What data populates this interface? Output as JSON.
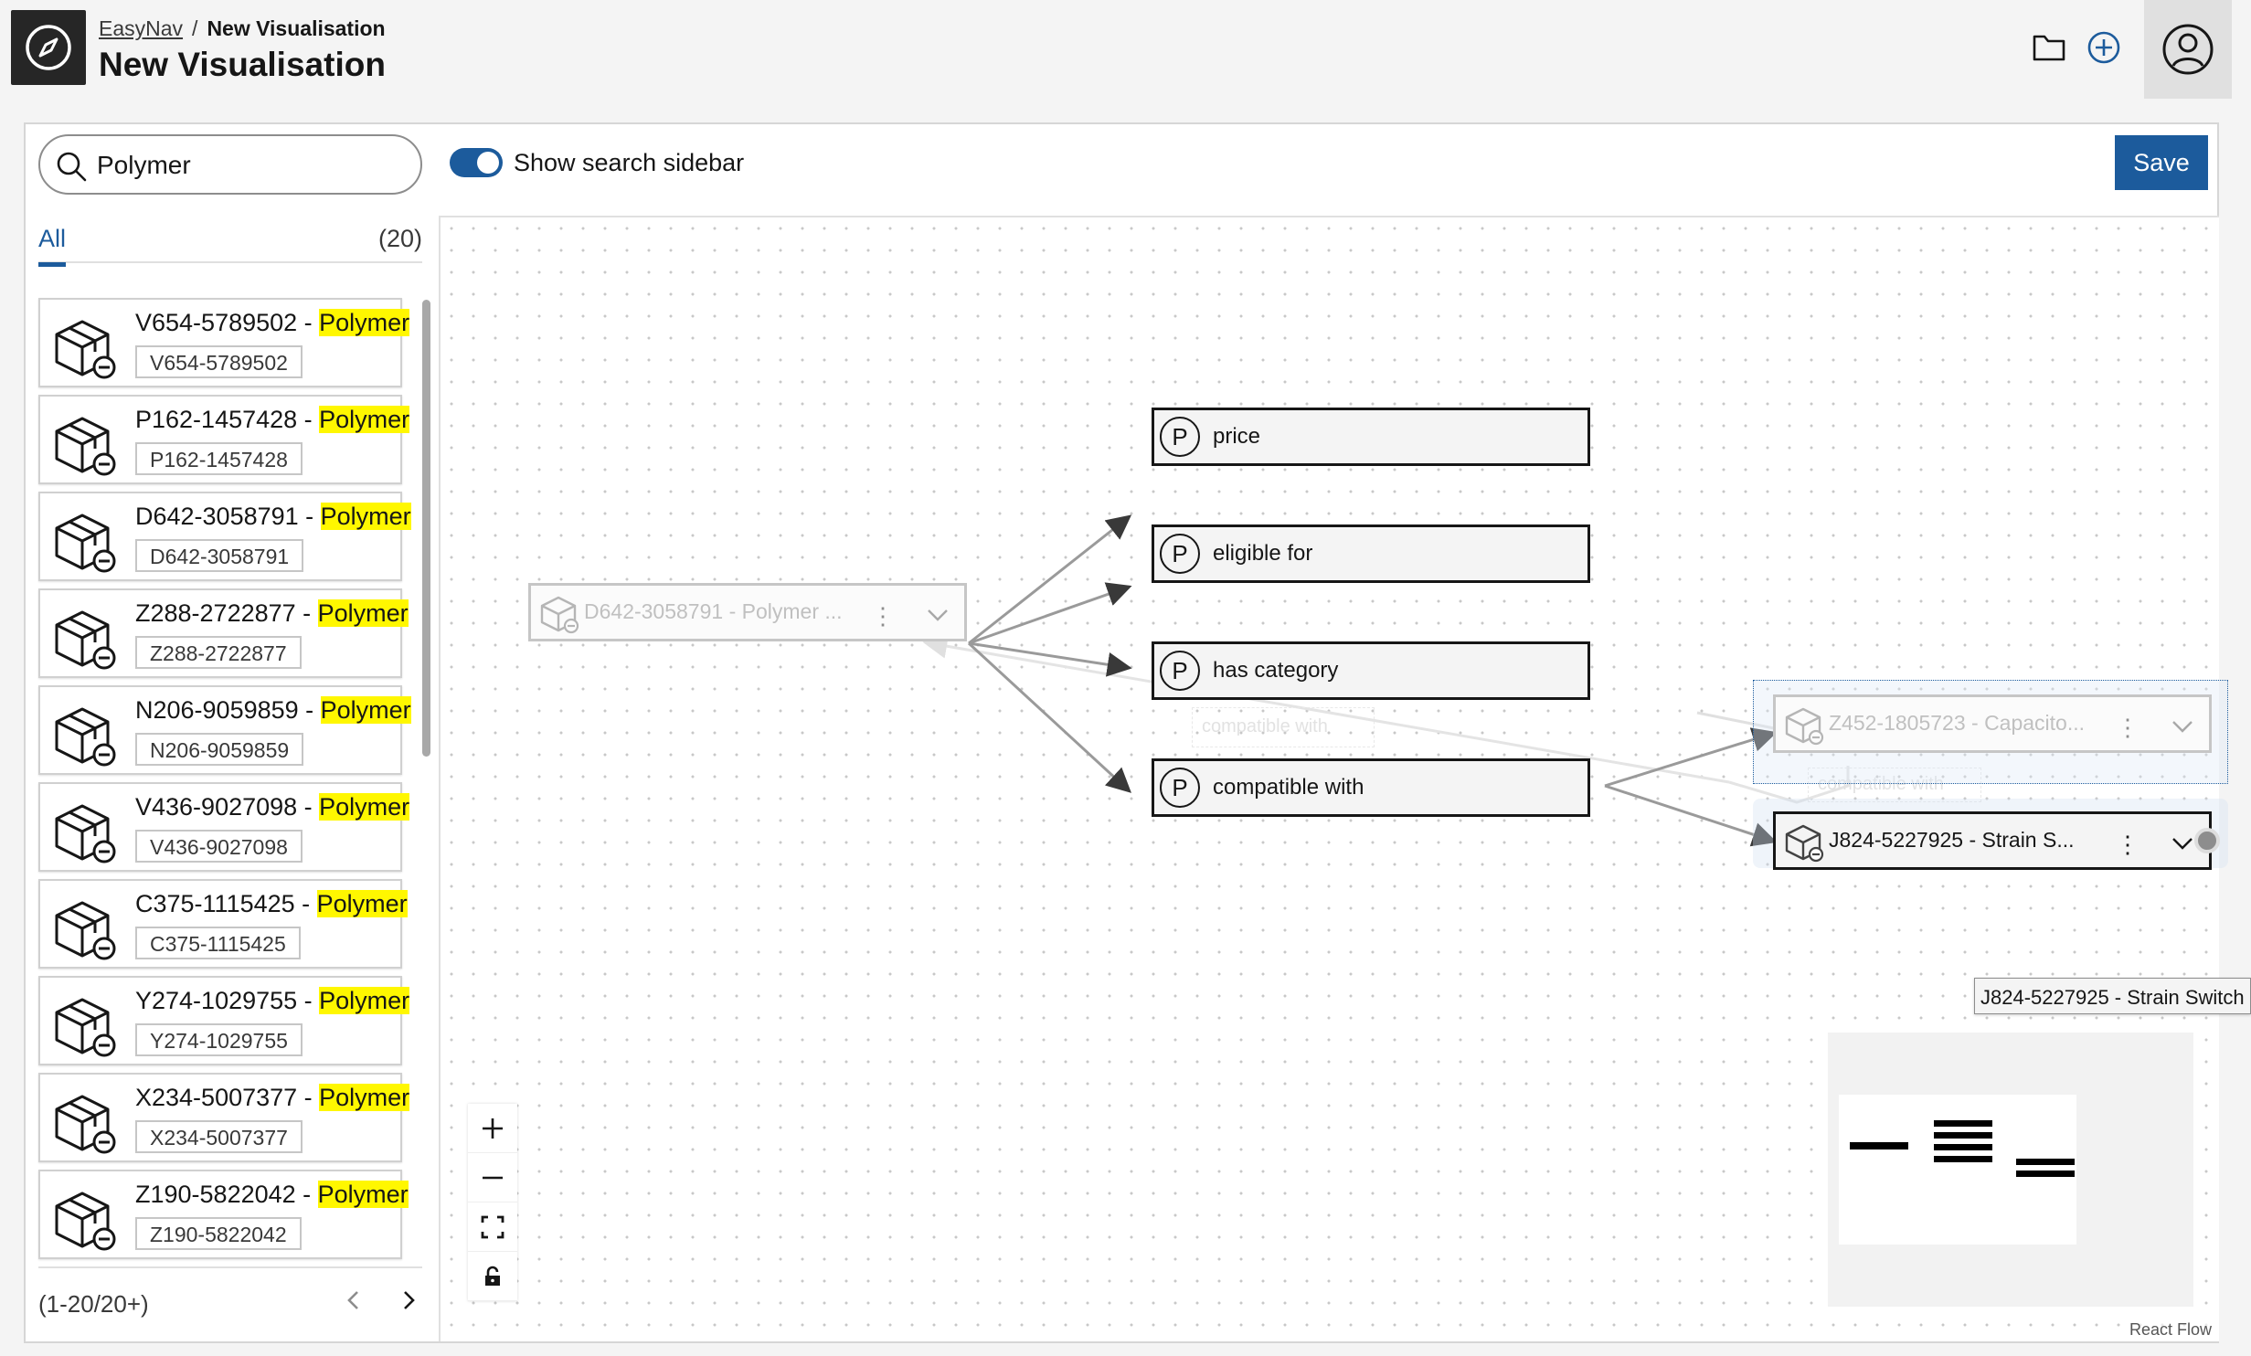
{
  "header": {
    "breadcrumb_link": "EasyNav",
    "breadcrumb_sep": "/",
    "breadcrumb_current": "New Visualisation",
    "title": "New Visualisation",
    "icons": [
      "compass-icon",
      "folder-icon",
      "add-circle-icon",
      "user-avatar-icon"
    ]
  },
  "toolbar": {
    "search_value": "Polymer",
    "toggle_label": "Show search sidebar",
    "toggle_on": true,
    "save_label": "Save"
  },
  "sidebar": {
    "tab_label": "All",
    "tab_count": "(20)",
    "items": [
      {
        "code": "V654-5789502 - ",
        "highlight": "Polymer",
        "tag": "V654-5789502"
      },
      {
        "code": "P162-1457428 - ",
        "highlight": "Polymer",
        "tag": "P162-1457428"
      },
      {
        "code": "D642-3058791 - ",
        "highlight": "Polymer",
        "tag": "D642-3058791"
      },
      {
        "code": "Z288-2722877 - ",
        "highlight": "Polymer",
        "tag": "Z288-2722877"
      },
      {
        "code": "N206-9059859 - ",
        "highlight": "Polymer",
        "tag": "N206-9059859"
      },
      {
        "code": "V436-9027098 - ",
        "highlight": "Polymer",
        "tag": "V436-9027098"
      },
      {
        "code": "C375-1115425 - ",
        "highlight": "Polymer",
        "tag": "C375-1115425"
      },
      {
        "code": "Y274-1029755 - ",
        "highlight": "Polymer",
        "tag": "Y274-1029755"
      },
      {
        "code": "X234-5007377 - ",
        "highlight": "Polymer",
        "tag": "X234-5007377"
      },
      {
        "code": "Z190-5822042 - ",
        "highlight": "Polymer",
        "tag": "Z190-5822042"
      }
    ],
    "pager_text": "(1-20/20+)"
  },
  "canvas": {
    "property_badge": "P",
    "properties": [
      "price",
      "eligible for",
      "has category",
      "compatible with"
    ],
    "entities": {
      "source": "D642-3058791 - Polymer ...",
      "target_faded": "Z452-1805723 - Capacito...",
      "target": "J824-5227925 - Strain S..."
    },
    "faded_edge_labels": [
      "compatible with",
      "compatible with"
    ],
    "tooltip": "J824-5227925 - Strain Switch",
    "attribution": "React Flow"
  }
}
